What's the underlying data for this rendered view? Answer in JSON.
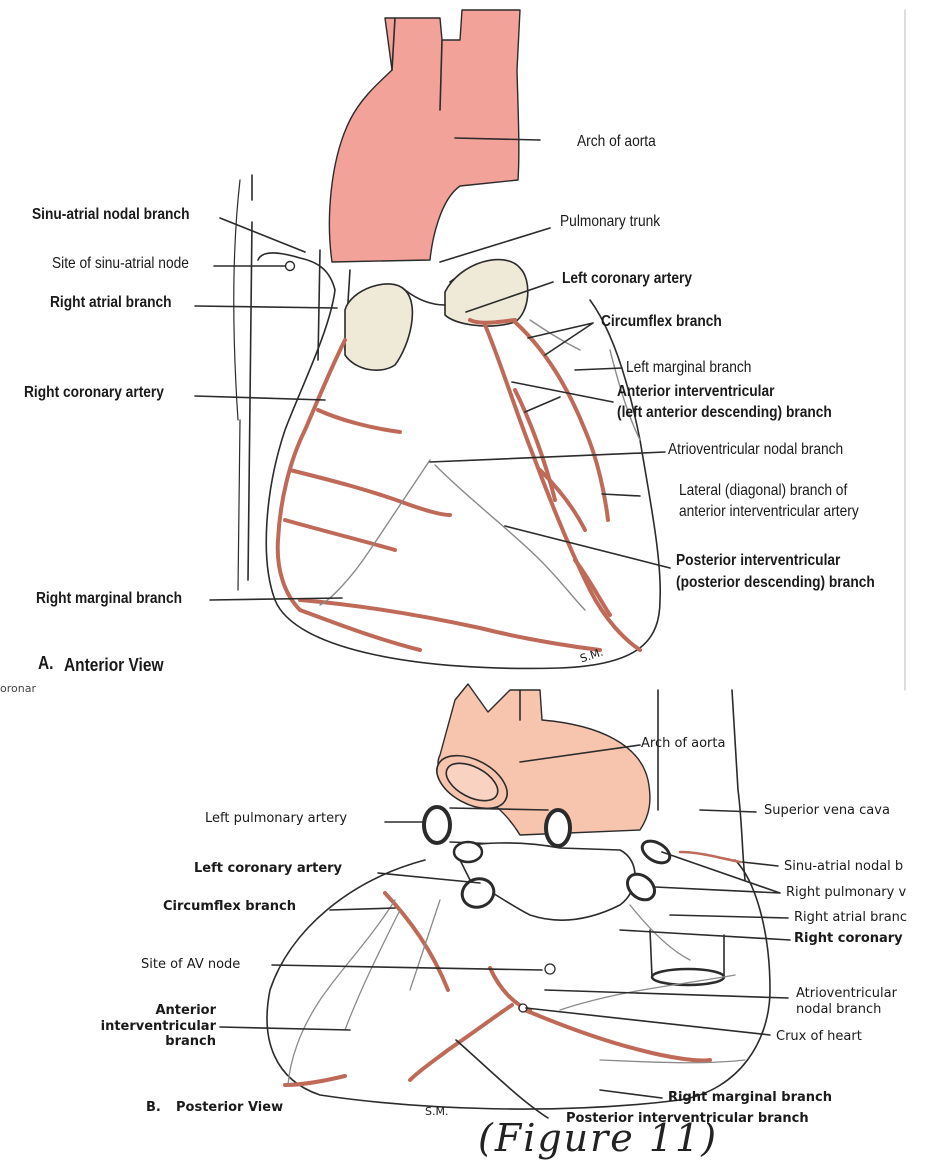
{
  "anterior": {
    "view_letter": "A.",
    "view_title": "Anterior View",
    "signature": "S.M.",
    "fragment": "oronar",
    "labels": {
      "arch": "Arch of aorta",
      "sa_branch": "Sinu-atrial nodal branch",
      "pulm_trunk": "Pulmonary trunk",
      "sa_site": "Site of sinu-atrial node",
      "lca": "Left coronary artery",
      "r_atrial": "Right atrial branch",
      "circumflex": "Circumflex branch",
      "l_marginal": "Left marginal branch",
      "rca": "Right coronary artery",
      "ant_iv_1": "Anterior interventricular",
      "ant_iv_2": "(left anterior descending) branch",
      "av_nodal": "Atrioventricular nodal branch",
      "lateral_1": "Lateral (diagonal) branch of",
      "lateral_2": "anterior interventricular artery",
      "post_iv_1": "Posterior interventricular",
      "post_iv_2": "(posterior descending) branch",
      "r_marginal": "Right marginal branch"
    }
  },
  "posterior": {
    "view_letter": "B.",
    "view_title": "Posterior View",
    "signature": "S.M.",
    "labels": {
      "arch": "Arch of aorta",
      "l_pulm": "Left pulmonary artery",
      "svc": "Superior vena cava",
      "lca": "Left coronary artery",
      "sa_nodal": "Sinu-atrial nodal b",
      "r_pulm": "Right pulmonary v",
      "circumflex": "Circumflex branch",
      "r_atrial": "Right atrial branc",
      "rca": "Right coronary",
      "av_site": "Site of AV node",
      "av_nodal_1": "Atrioventricular",
      "av_nodal_2": "nodal branch",
      "ant_iv_1": "Anterior",
      "ant_iv_2": "interventricular",
      "ant_iv_3": "branch",
      "crux": "Crux of heart",
      "r_marginal": "Right marginal branch",
      "post_iv": "Posterior interventricular branch"
    }
  },
  "caption": "(Figure 11)",
  "colors": {
    "aorta_anterior": "#f2a298",
    "aorta_posterior": "#f7c4ae",
    "artery": "#bf6a58",
    "outline": "#2b2b2b",
    "valve": "#efe9d8"
  }
}
